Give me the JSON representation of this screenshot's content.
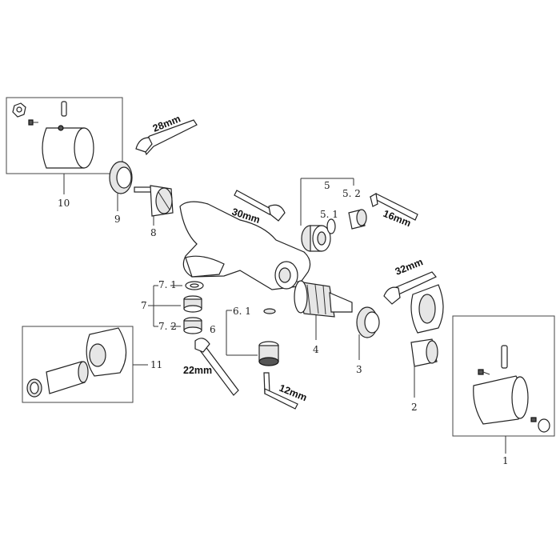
{
  "callouts": {
    "c1": "1",
    "c2": "2",
    "c3": "3",
    "c4": "4",
    "c5": "5",
    "c51": "5. 1",
    "c52": "5. 2",
    "c6": "6",
    "c61": "6. 1",
    "c7": "7",
    "c71": "7. 1",
    "c72": "7. 2",
    "c8": "8",
    "c9": "9",
    "c10": "10",
    "c11": "11"
  },
  "tool_sizes": {
    "wrench_28": "28mm",
    "wrench_30": "30mm",
    "hexkey_16": "16mm",
    "wrench_32": "32mm",
    "wrench_22": "22mm",
    "hexkey_12": "12mm"
  }
}
